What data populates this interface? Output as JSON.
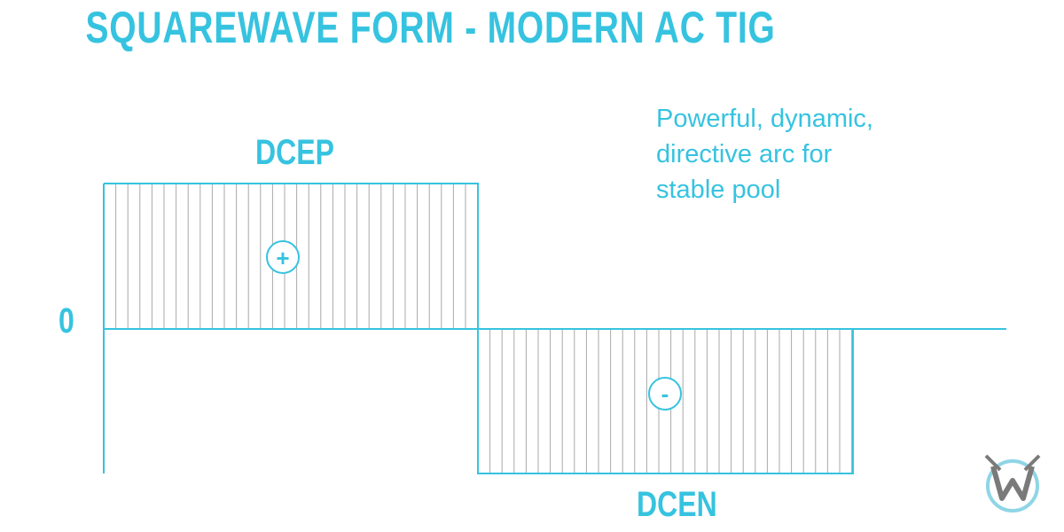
{
  "title": "SQUAREWAVE FORM - MODERN AC TIG",
  "zero_label": "0",
  "positive": {
    "label": "DCEP",
    "sign": "+"
  },
  "negative": {
    "label": "DCEN",
    "sign": "-"
  },
  "caption_lines": [
    "Powerful, dynamic,",
    "directive arc for",
    "stable pool"
  ],
  "colors": {
    "accent": "#36c3e0",
    "hatch": "#a9a9a9",
    "logo_grey": "#7a7a7a"
  },
  "logo": {
    "icon": "w-logo-icon"
  }
}
